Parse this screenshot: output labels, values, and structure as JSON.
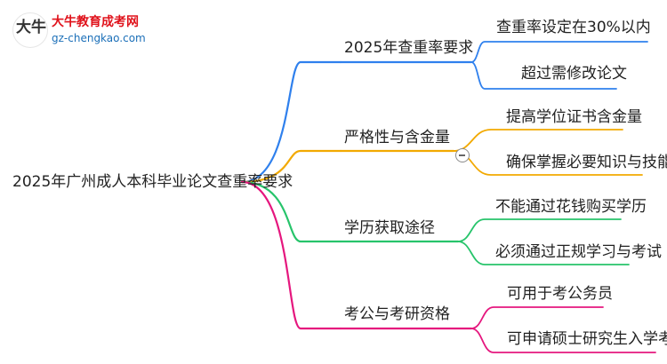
{
  "logo": {
    "glyph": "大牛",
    "title": "大牛教育成考网",
    "url": "gz-chengkao.com"
  },
  "mindmap": {
    "root": "2025年广州成人本科毕业论文查重率要求",
    "branches": [
      {
        "label": "2025年查重率要求",
        "color": "#2f80ed",
        "children": [
          "查重率设定在30%以内",
          "超过需修改论文"
        ]
      },
      {
        "label": "严格性与含金量",
        "color": "#f2a900",
        "children": [
          "提高学位证书含金量",
          "确保掌握必要知识与技能"
        ]
      },
      {
        "label": "学历获取途径",
        "color": "#27c46b",
        "children": [
          "不能通过花钱购买学历",
          "必须通过正规学习与考试"
        ]
      },
      {
        "label": "考公与考研资格",
        "color": "#e5177e",
        "children": [
          "可用于考公务员",
          "可申请硕士研究生入学考试"
        ]
      }
    ]
  }
}
